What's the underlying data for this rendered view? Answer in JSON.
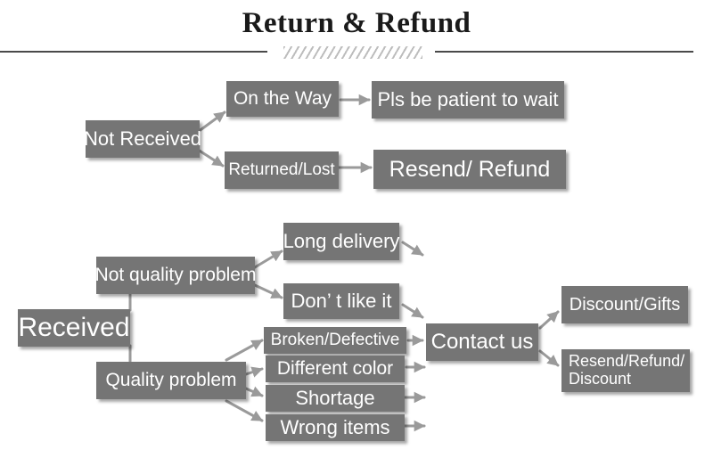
{
  "title": "Return & Refund",
  "not_received": {
    "root": "Not Received",
    "on_the_way": "On the Way",
    "be_patient": "Pls be patient to wait",
    "returned_lost": "Returned/Lost",
    "resend_refund": "Resend/ Refund"
  },
  "received": {
    "root": "Received",
    "not_quality": "Not quality problem",
    "long_delivery": "Long delivery",
    "dont_like": "Don’ t like it",
    "quality": "Quality problem",
    "broken": "Broken/Defective",
    "different_color": "Different color",
    "shortage": "Shortage",
    "wrong_items": "Wrong items",
    "contact_us": "Contact us",
    "discount_gifts": "Discount/Gifts",
    "resend_refund_discount": "Resend/Refund/ Discount"
  },
  "colors": {
    "box": "#757575",
    "text": "#ffffff",
    "arrow": "#9a9a9a",
    "title": "#1a1a1a"
  }
}
